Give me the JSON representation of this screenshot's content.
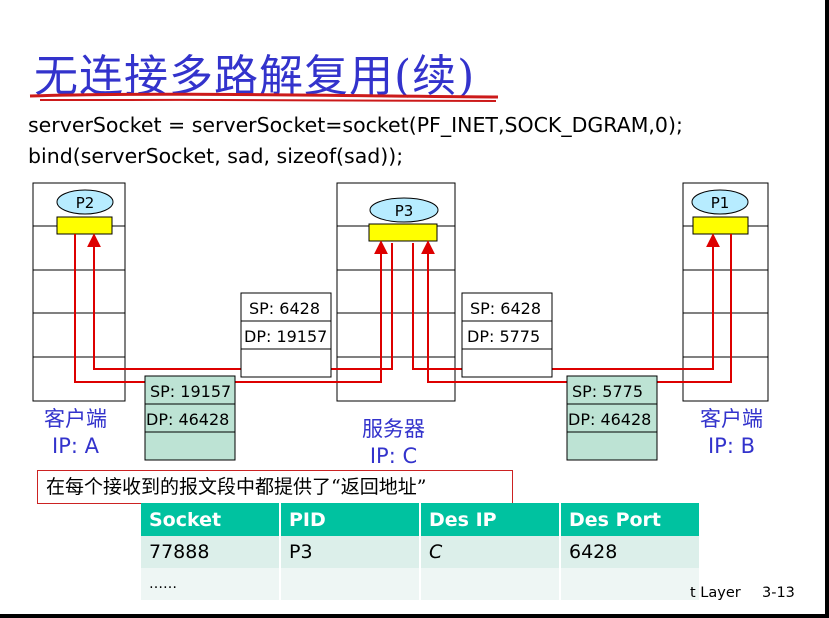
{
  "title": "无连接多路解复用(续)",
  "code": {
    "line1": "serverSocket = serverSocket=socket(PF_INET,SOCK_DGRAM,0);",
    "line2": "bind(serverSocket, sad, sizeof(sad));"
  },
  "processes": {
    "p1": "P1",
    "p2": "P2",
    "p3": "P3"
  },
  "segments": {
    "client_a": {
      "sp": "SP: 19157",
      "dp": "DP: 46428"
    },
    "server_to_a": {
      "sp": "SP: 6428",
      "dp": "DP: 19157"
    },
    "server_to_b": {
      "sp": "SP: 6428",
      "dp": "DP: 5775"
    },
    "client_b": {
      "sp": "SP: 5775",
      "dp": "DP: 46428"
    }
  },
  "hosts": {
    "client_a": {
      "name": "客户端",
      "ip": "IP: A"
    },
    "server": {
      "name": "服务器",
      "ip": "IP: C"
    },
    "client_b": {
      "name": "客户端",
      "ip": "IP: B"
    }
  },
  "note": "在每个接收到的报文段中都提供了“返回地址”",
  "table": {
    "headers": [
      "Socket",
      "PID",
      "Des IP",
      "Des Port"
    ],
    "rows": [
      [
        "77888",
        "P3",
        "C",
        "6428"
      ],
      [
        "……",
        "",
        "",
        ""
      ]
    ]
  },
  "footer": {
    "layer": "t Layer",
    "page": "3-13"
  },
  "colors": {
    "title": "#3333cc",
    "arrow": "#dd0000",
    "socket_box": "#ffff00",
    "process_oval": "#b7ecff",
    "client_segment": "#bde3d4",
    "table_header": "#00c2a0"
  }
}
